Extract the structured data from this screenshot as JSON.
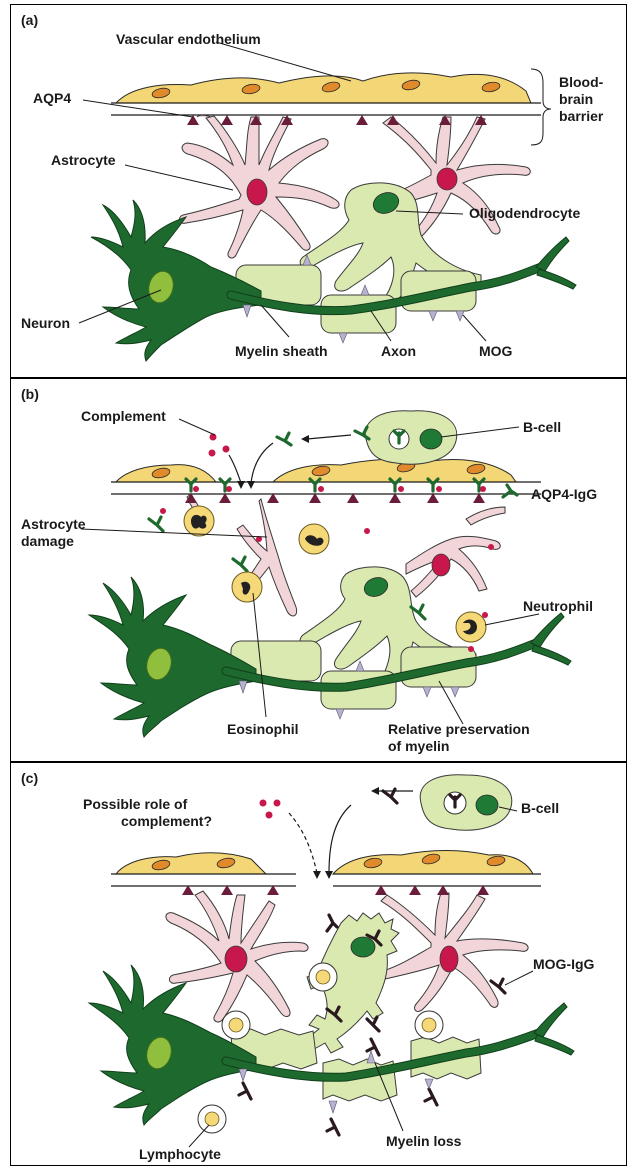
{
  "panels": [
    {
      "tag": "(a)",
      "labels": {
        "vascular_endothelium": "Vascular endothelium",
        "blood_brain_barrier_1": "Blood-",
        "blood_brain_barrier_2": "brain",
        "blood_brain_barrier_3": "barrier",
        "aqp4": "AQP4",
        "astrocyte": "Astrocyte",
        "oligodendrocyte": "Oligodendrocyte",
        "neuron": "Neuron",
        "myelin_sheath": "Myelin sheath",
        "axon": "Axon",
        "mog": "MOG"
      }
    },
    {
      "tag": "(b)",
      "labels": {
        "complement": "Complement",
        "b_cell": "B-cell",
        "aqp4_igg": "AQP4-IgG",
        "astrocyte_damage_1": "Astrocyte",
        "astrocyte_damage_2": "damage",
        "neutrophil": "Neutrophil",
        "eosinophil": "Eosinophil",
        "relative_preservation_1": "Relative preservation",
        "relative_preservation_2": "of myelin"
      }
    },
    {
      "tag": "(c)",
      "labels": {
        "possible_role_1": "Possible role of",
        "possible_role_2": "complement?",
        "b_cell": "B-cell",
        "mog_igg": "MOG-IgG",
        "lymphocyte": "Lymphocyte",
        "myelin_loss": "Myelin loss"
      }
    }
  ],
  "colors": {
    "endothelium": "#f3d675",
    "astrocyte": "#f2d5d8",
    "astrocyte_nucleus": "#c8174a",
    "oligodendrocyte": "#d9e9b0",
    "neuron": "#1e6a2e",
    "aqp4": "#6a1d3a",
    "complement": "#c8174a",
    "aqp4_igg": "#1e6a2e",
    "mog_igg": "#2a1a1f"
  }
}
